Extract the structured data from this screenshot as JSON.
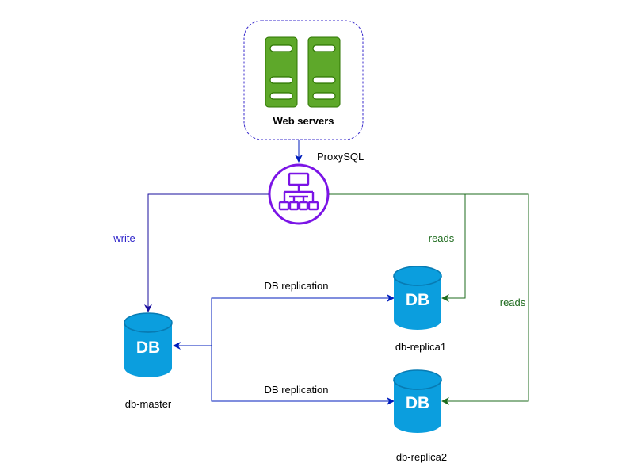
{
  "web_servers": {
    "label": "Web servers"
  },
  "proxy": {
    "label": "ProxySQL"
  },
  "db_master": {
    "icon_text": "DB",
    "label": "db-master"
  },
  "db_replica1": {
    "icon_text": "DB",
    "label": "db-replica1"
  },
  "db_replica2": {
    "icon_text": "DB",
    "label": "db-replica2"
  },
  "edges": {
    "write_label": "write",
    "reads_label_1": "reads",
    "reads_label_2": "reads",
    "replication_label_1": "DB replication",
    "replication_label_2": "DB replication"
  },
  "colors": {
    "server_green": "#5ea82a",
    "server_stroke": "#2d7600",
    "proxy_purple": "#7b14e6",
    "db_blue": "#0b9ede",
    "db_blue_dark": "#087bb3",
    "write_line": "#1a0f9e",
    "reads_line": "#1e6b1e",
    "replication_line": "#001dbc",
    "group_border": "#3a2bcc"
  }
}
